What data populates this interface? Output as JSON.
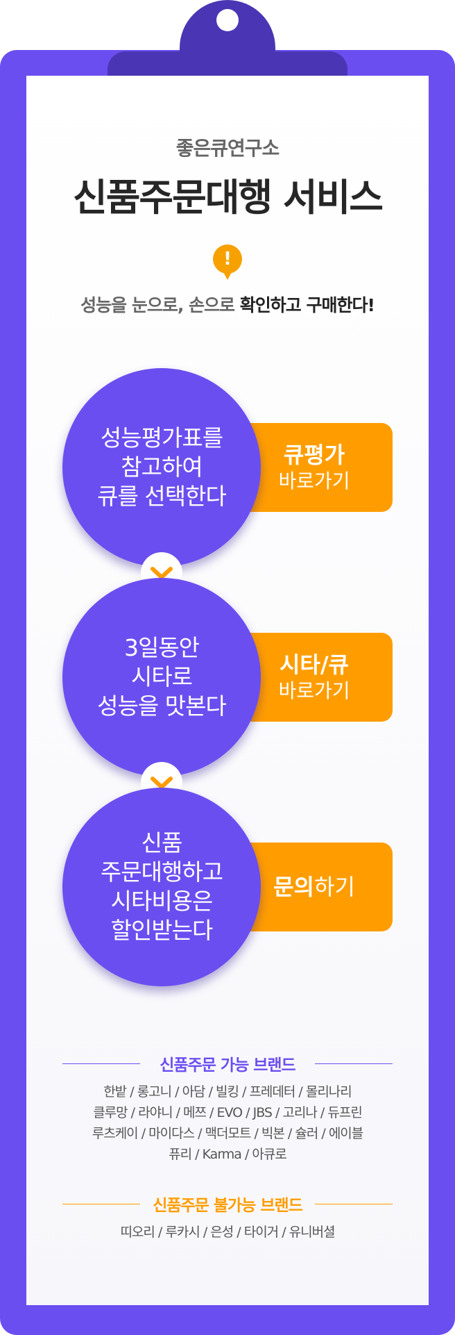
{
  "header": {
    "subtitle": "좋은큐연구소",
    "title": "신품주문대행 서비스",
    "alert_glyph": "!",
    "tagline_light": "성능을 눈으로, 손으로 ",
    "tagline_bold": "확인하고 구매한다!"
  },
  "steps": [
    {
      "circle_lines": [
        "성능평가표를",
        "참고하여",
        "큐를 선택한다"
      ],
      "button_strong": "큐평가",
      "button_light": "바로가기"
    },
    {
      "circle_lines": [
        "3일동안",
        "시타로",
        "성능을 맛본다"
      ],
      "button_strong": "시타/큐",
      "button_light": "바로가기"
    },
    {
      "circle_lines": [
        "신품",
        "주문대행하고",
        "시타비용은",
        "할인받는다"
      ],
      "button_strong": "문의",
      "button_light": "하기"
    }
  ],
  "brands_available": {
    "heading": "신품주문 가능 브랜드",
    "lines": [
      "한밭 / 롱고니 / 아담 / 빌킹 / 프레데터 / 몰리나리",
      "클루망 / 라야니 / 메쯔 / EVO / JBS / 고리나 / 듀프린",
      "루츠케이 / 마이다스 / 맥더모트 / 빅본 / 슐러 / 에이블",
      "퓨리 / Karma / 아큐로"
    ]
  },
  "brands_unavailable": {
    "heading": "신품주문 불가능 브랜드",
    "lines": [
      "띠오리 / 루카시 / 은성 / 타이거 / 유니버셜"
    ]
  },
  "colors": {
    "purple": "#6b4ef0",
    "dark_purple": "#4a36b4",
    "orange": "#ff9d00"
  }
}
